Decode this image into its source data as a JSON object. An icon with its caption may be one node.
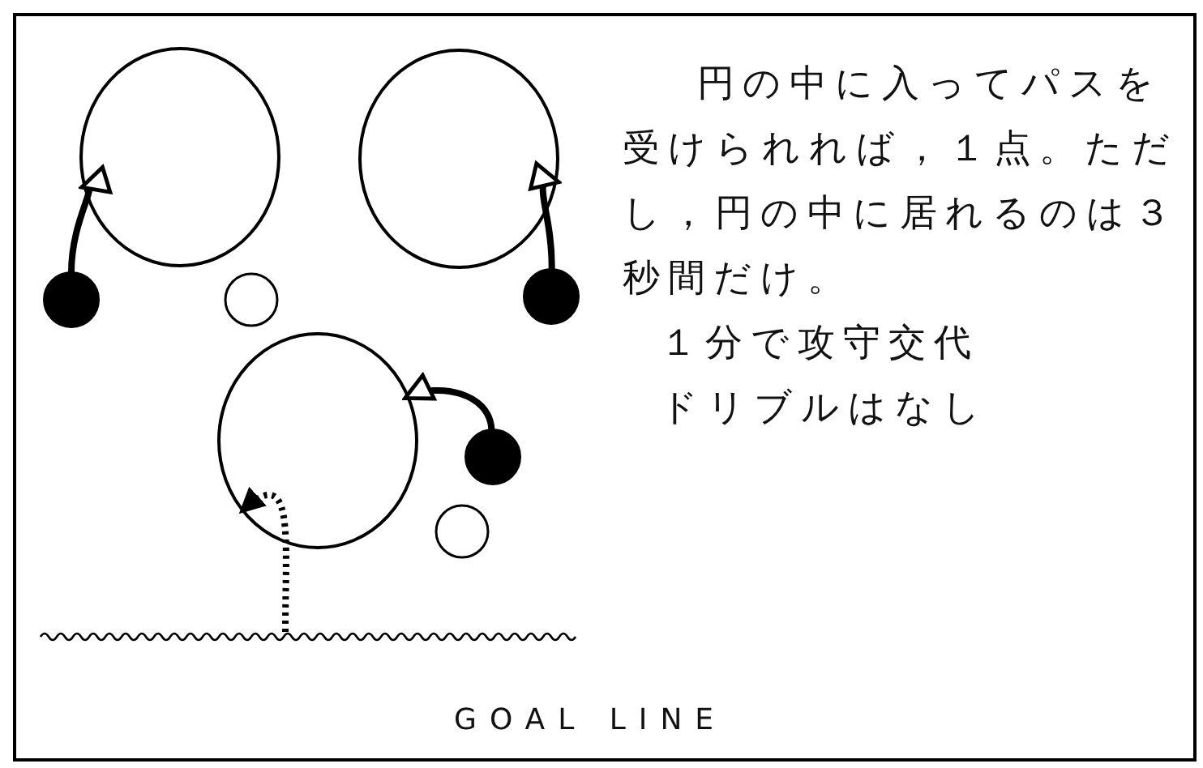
{
  "diagram": {
    "nodes": [
      {
        "text": [],
        "shape": "circle"
      },
      {
        "text": [],
        "shape": "circle"
      },
      {
        "text": [],
        "shape": "circle"
      },
      {
        "text": [],
        "shape": "circle"
      },
      {
        "text": [],
        "shape": "circle"
      },
      {
        "text": [],
        "shape": "circle"
      },
      {
        "text": [],
        "shape": "circle"
      },
      {
        "text": [],
        "shape": "circle"
      },
      {
        "text": [],
        "shape": "line"
      }
    ],
    "edges": [
      {
        "from": 2,
        "to": 0,
        "arrow": "to"
      },
      {
        "from": 4,
        "to": 1,
        "arrow": "to"
      },
      {
        "from": 6,
        "to": 5,
        "arrow": "to"
      },
      {
        "from": 8,
        "to": 5,
        "arrow": "to",
        "style": "dashed"
      }
    ],
    "labels": [
      "円の中に入ってパスを受けられれば，１点。ただし，円の中に居れるのは３秒間だけ。",
      "１分で攻守交代",
      "ドリブルはなし",
      "GOAL LINE"
    ]
  }
}
